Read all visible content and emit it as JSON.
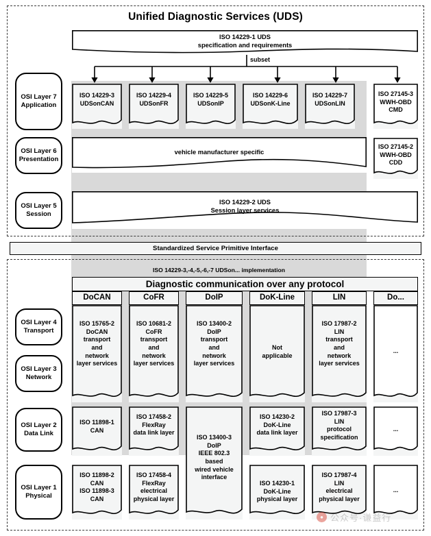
{
  "title": "Unified Diagnostic Services (UDS)",
  "top_spec": {
    "line1": "ISO 14229-1 UDS",
    "line2": "specification and requirements"
  },
  "subset_label": "subset",
  "osi_layers": [
    {
      "name": "osi-layer-7",
      "line1": "OSI Layer 7",
      "line2": "Application"
    },
    {
      "name": "osi-layer-6",
      "line1": "OSI Layer 6",
      "line2": "Presentation"
    },
    {
      "name": "osi-layer-5",
      "line1": "OSI Layer 5",
      "line2": "Session"
    },
    {
      "name": "osi-layer-4",
      "line1": "OSI Layer 4",
      "line2": "Transport"
    },
    {
      "name": "osi-layer-3",
      "line1": "OSI Layer 3",
      "line2": "Network"
    },
    {
      "name": "osi-layer-2",
      "line1": "OSI Layer 2",
      "line2": "Data Link"
    },
    {
      "name": "osi-layer-1",
      "line1": "OSI Layer 1",
      "line2": "Physical"
    }
  ],
  "application_row": [
    {
      "name": "uds-on-can",
      "text": "ISO 14229-3\nUDSonCAN"
    },
    {
      "name": "uds-on-fr",
      "text": "ISO 14229-4\nUDSonFR"
    },
    {
      "name": "uds-on-ip",
      "text": "ISO 14229-5\nUDSonIP"
    },
    {
      "name": "uds-on-k-line",
      "text": "ISO 14229-6\nUDSonK-Line"
    },
    {
      "name": "uds-on-lin",
      "text": "ISO 14229-7\nUDSonLIN"
    }
  ],
  "wwh_obd_cmd": {
    "text": "ISO 27145-3\nWWH-OBD\nCMD"
  },
  "wwh_obd_cdd": {
    "text": "ISO 27145-2\nWWH-OBD\nCDD"
  },
  "presentation_banner": "vehicle manufacturer specific",
  "session_banner": {
    "line1": "ISO 14229-2 UDS",
    "line2": "Session layer services"
  },
  "service_primitive_interface": "Standardized Service Primitive Interface",
  "implementation_band": "ISO 14229-3,-4,-5,-6,-7 UDSon... implementation",
  "protocol_banner": "Diagnostic communication over any protocol",
  "protocol_columns": [
    {
      "name": "column-docan",
      "label": "DoCAN"
    },
    {
      "name": "column-cofr",
      "label": "CoFR"
    },
    {
      "name": "column-doip",
      "label": "DoIP"
    },
    {
      "name": "column-dok-line",
      "label": "DoK-Line"
    },
    {
      "name": "column-lin",
      "label": "LIN"
    },
    {
      "name": "column-more",
      "label": "Do..."
    }
  ],
  "transport_network_row": [
    {
      "name": "docan-transport",
      "text": "ISO 15765-2\nDoCAN\ntransport\nand\nnetwork\nlayer services"
    },
    {
      "name": "cofr-transport",
      "text": "ISO 10681-2\nCoFR\ntransport\nand\nnetwork\nlayer services"
    },
    {
      "name": "doip-transport",
      "text": "ISO 13400-2\nDoIP\ntransport\nand\nnetwork\nlayer services"
    },
    {
      "name": "dok-line-transport",
      "text": "Not\napplicable"
    },
    {
      "name": "lin-transport",
      "text": "ISO 17987-2\nLIN\ntransport\nand\nnetwork\nlayer services"
    },
    {
      "name": "more-transport",
      "text": "..."
    }
  ],
  "data_link_row": [
    {
      "name": "can-data-link",
      "text": "ISO 11898-1\nCAN"
    },
    {
      "name": "flexray-data-link",
      "text": "ISO 17458-2\nFlexRay\ndata link layer"
    },
    {
      "name": "dok-line-data-link",
      "text": "ISO 14230-2\nDoK-Line\ndata link layer"
    },
    {
      "name": "lin-data-link",
      "text": "ISO 17987-3\nLIN\nprotocol\nspecification"
    },
    {
      "name": "more-data-link",
      "text": "..."
    }
  ],
  "doip_physical": {
    "name": "doip-physical",
    "text": "ISO 13400-3\nDoIP\nIEEE 802.3\nbased\nwired vehicle\ninterface"
  },
  "physical_row": [
    {
      "name": "can-physical",
      "text": "ISO 11898-2\nCAN\nISO 11898-3\nCAN"
    },
    {
      "name": "flexray-physical",
      "text": "ISO 17458-4\nFlexRay\nelectrical\nphysical layer"
    },
    {
      "name": "dok-line-physical",
      "text": "ISO 14230-1\nDoK-Line\nphysical layer"
    },
    {
      "name": "lin-physical",
      "text": "ISO 17987-4\nLIN\nelectrical\nphysical layer"
    },
    {
      "name": "more-physical",
      "text": "..."
    }
  ],
  "watermark": {
    "text": "公众号·谦益行",
    "logo": "wechat-icon"
  },
  "colors": {
    "grey_band": "#d9d9d9",
    "card_fill": "#f4f5f5",
    "stroke": "#000000",
    "dashed_stroke": "#3a3a3a"
  }
}
